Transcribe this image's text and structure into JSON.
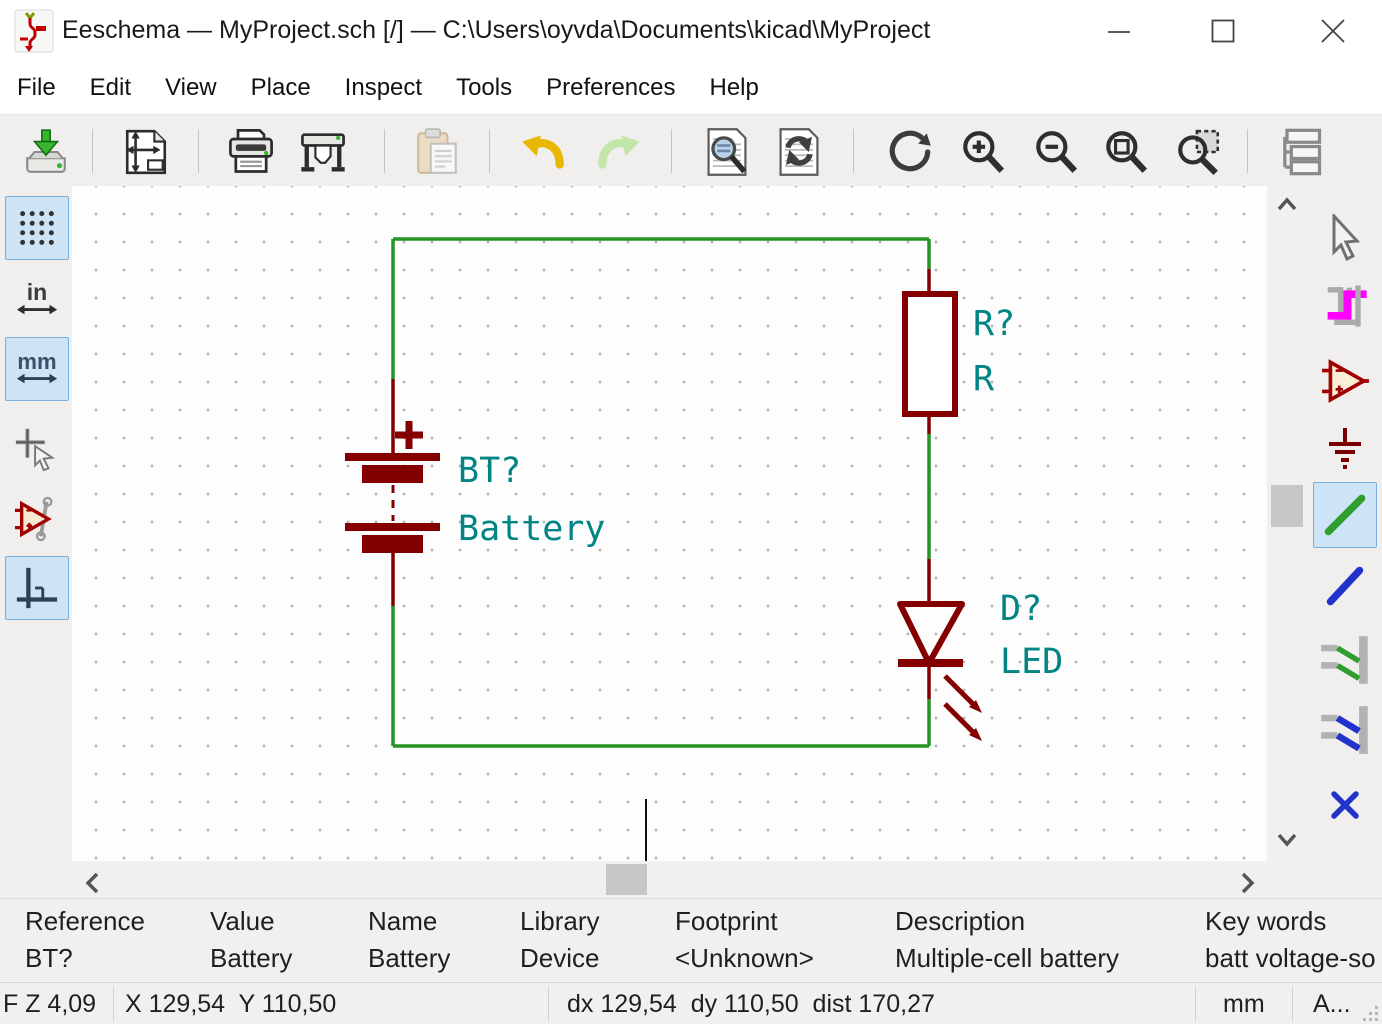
{
  "window": {
    "title": "Eeschema — MyProject.sch [/] — C:\\Users\\oyvda\\Documents\\kicad\\MyProject",
    "controls": [
      "minimize",
      "maximize",
      "close"
    ]
  },
  "menu_bar": {
    "items": [
      "File",
      "Edit",
      "View",
      "Place",
      "Inspect",
      "Tools",
      "Preferences",
      "Help"
    ]
  },
  "toolbar": {
    "icons": [
      "save",
      "page-settings",
      "print",
      "plot",
      "paste",
      "undo",
      "redo",
      "find",
      "find-replace",
      "redraw-view",
      "zoom-in",
      "zoom-out",
      "zoom-fit",
      "zoom-to-selection",
      "hierarchy-navigator"
    ]
  },
  "left_toolbar": {
    "icons": [
      {
        "name": "grid-visibility",
        "active": true
      },
      {
        "name": "units-inches",
        "active": false,
        "label": "in"
      },
      {
        "name": "units-millimeters",
        "active": true,
        "label": "mm"
      },
      {
        "name": "cursor-shape",
        "active": false
      },
      {
        "name": "show-hidden-pins",
        "active": false
      },
      {
        "name": "hv-wires-buses",
        "active": true
      }
    ]
  },
  "right_toolbar": {
    "icons": [
      {
        "name": "select",
        "active": false
      },
      {
        "name": "highlight-net",
        "active": false
      },
      {
        "name": "place-symbol",
        "active": false
      },
      {
        "name": "place-power-port",
        "active": false
      },
      {
        "name": "place-wire",
        "active": true
      },
      {
        "name": "place-bus",
        "active": false
      },
      {
        "name": "wire-to-bus-entry",
        "active": false
      },
      {
        "name": "bus-to-bus-entry",
        "active": false
      },
      {
        "name": "no-connect-flag",
        "active": false
      }
    ]
  },
  "canvas": {
    "components": [
      {
        "type": "battery",
        "reference": "BT?",
        "value": "Battery"
      },
      {
        "type": "resistor",
        "reference": "R?",
        "value": "R"
      },
      {
        "type": "led",
        "reference": "D?",
        "value": "LED"
      }
    ],
    "colors": {
      "wire_green": "#259425",
      "component_dark_red": "#840000",
      "label_teal": "#008484",
      "grid_dot": "#b4b4b4",
      "active_tool_blue": "#cde3f6"
    }
  },
  "fields": [
    {
      "label": "Reference",
      "value": "BT?"
    },
    {
      "label": "Value",
      "value": "Battery"
    },
    {
      "label": "Name",
      "value": "Battery"
    },
    {
      "label": "Library",
      "value": "Device"
    },
    {
      "label": "Footprint",
      "value": "<Unknown>"
    },
    {
      "label": "Description",
      "value": "Multiple-cell battery"
    },
    {
      "label": "Key words",
      "value": "batt voltage-so"
    }
  ],
  "status_bar": {
    "zoom": "F Z 4,09",
    "cursor_position": "X 129,54  Y 110,50",
    "delta": "dx 129,54  dy 110,50  dist 170,27",
    "units": "mm",
    "extra": "A..."
  }
}
